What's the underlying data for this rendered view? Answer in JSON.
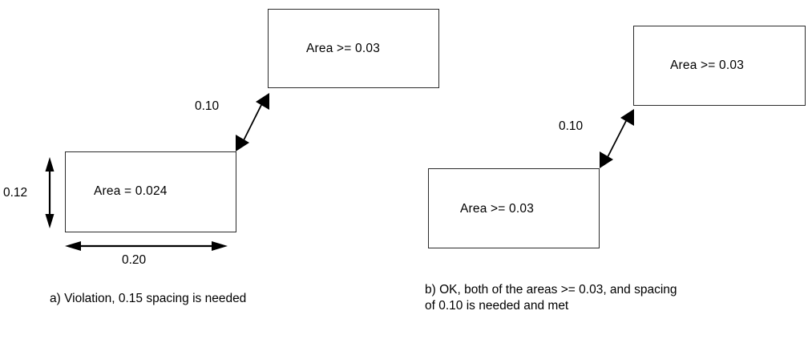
{
  "figure": {
    "background_color": "#ffffff",
    "line_color": "#2b2b2b",
    "text_color": "#000000"
  },
  "panel_a": {
    "top_box": {
      "label": "Area >= 0.03"
    },
    "bottom_box": {
      "label": "Area = 0.024"
    },
    "height_dim": {
      "label": "0.12"
    },
    "width_dim": {
      "label": "0.20"
    },
    "spacing_dim": {
      "label": "0.10"
    },
    "caption": "a) Violation, 0.15 spacing is needed"
  },
  "panel_b": {
    "top_box": {
      "label": "Area >= 0.03"
    },
    "bottom_box": {
      "label": "Area >= 0.03"
    },
    "spacing_dim": {
      "label": "0.10"
    },
    "caption": "b) OK, both of the areas >= 0.03, and spacing\nof 0.10 is needed and met"
  }
}
